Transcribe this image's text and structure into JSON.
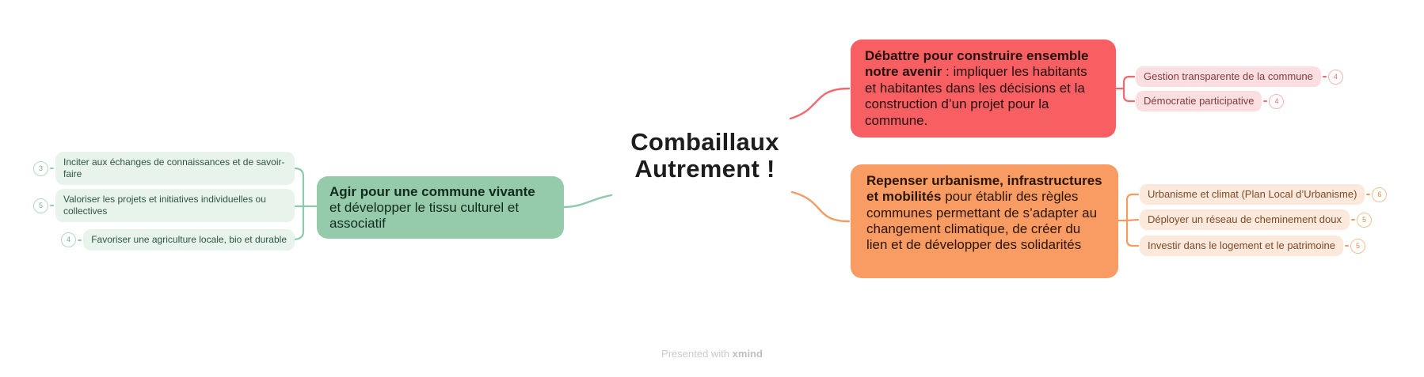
{
  "title": {
    "text": "Combaillaux Autrement !"
  },
  "footer": {
    "prefix": "Presented with",
    "brand": "xmind"
  },
  "colors": {
    "green_fill": "#95CAAA",
    "green_pill_fill": "#E7F3EB",
    "green_text": "#2F5646",
    "green_connector": "#8CCBA9",
    "green_badge": "#6FAE8D",
    "red_fill": "#F75F63",
    "red_pill_fill": "#FBDFE0",
    "red_text": "#813B40",
    "red_connector": "#F3686D",
    "red_badge": "#EE6A6F",
    "orange_fill": "#F89C63",
    "orange_pill_fill": "#FCE9DB",
    "orange_text": "#7C4A28",
    "orange_connector": "#F29B63",
    "orange_badge": "#DE8B4D",
    "topic_text": "#1D1D1D",
    "footer_text": "#CBCBCB"
  },
  "branches": {
    "green": {
      "topic_bold": "Agir pour une commune vivante",
      "topic_rest": "et développer le tissu culturel et associatif",
      "children": [
        {
          "label": "Inciter aux échanges de connaissances et de savoir-faire",
          "badge": "3"
        },
        {
          "label": "Valoriser les projets et initiatives individuelles ou collectives",
          "badge": "5"
        },
        {
          "label": "Favoriser une agriculture locale, bio et durable",
          "badge": "4"
        }
      ]
    },
    "red": {
      "topic_bold": "Débattre pour construire ensemble notre avenir",
      "topic_rest": " : impliquer les habitants et habitantes dans les décisions et la construction d’un projet pour la commune.",
      "children": [
        {
          "label": "Gestion transparente de la commune",
          "badge": "4"
        },
        {
          "label": "Démocratie participative",
          "badge": "4"
        }
      ]
    },
    "orange": {
      "topic_bold": "Repenser urbanisme, infrastructures et mobilités",
      "topic_rest": " pour établir des règles communes permettant de s’adapter au changement climatique, de créer du lien et de développer des solidarités",
      "children": [
        {
          "label": "Urbanisme et climat (Plan Local d’Urbanisme)",
          "badge": "6"
        },
        {
          "label": "Déployer un réseau de cheminement doux",
          "badge": "5"
        },
        {
          "label": "Investir dans le logement et le patrimoine",
          "badge": "5"
        }
      ]
    }
  }
}
